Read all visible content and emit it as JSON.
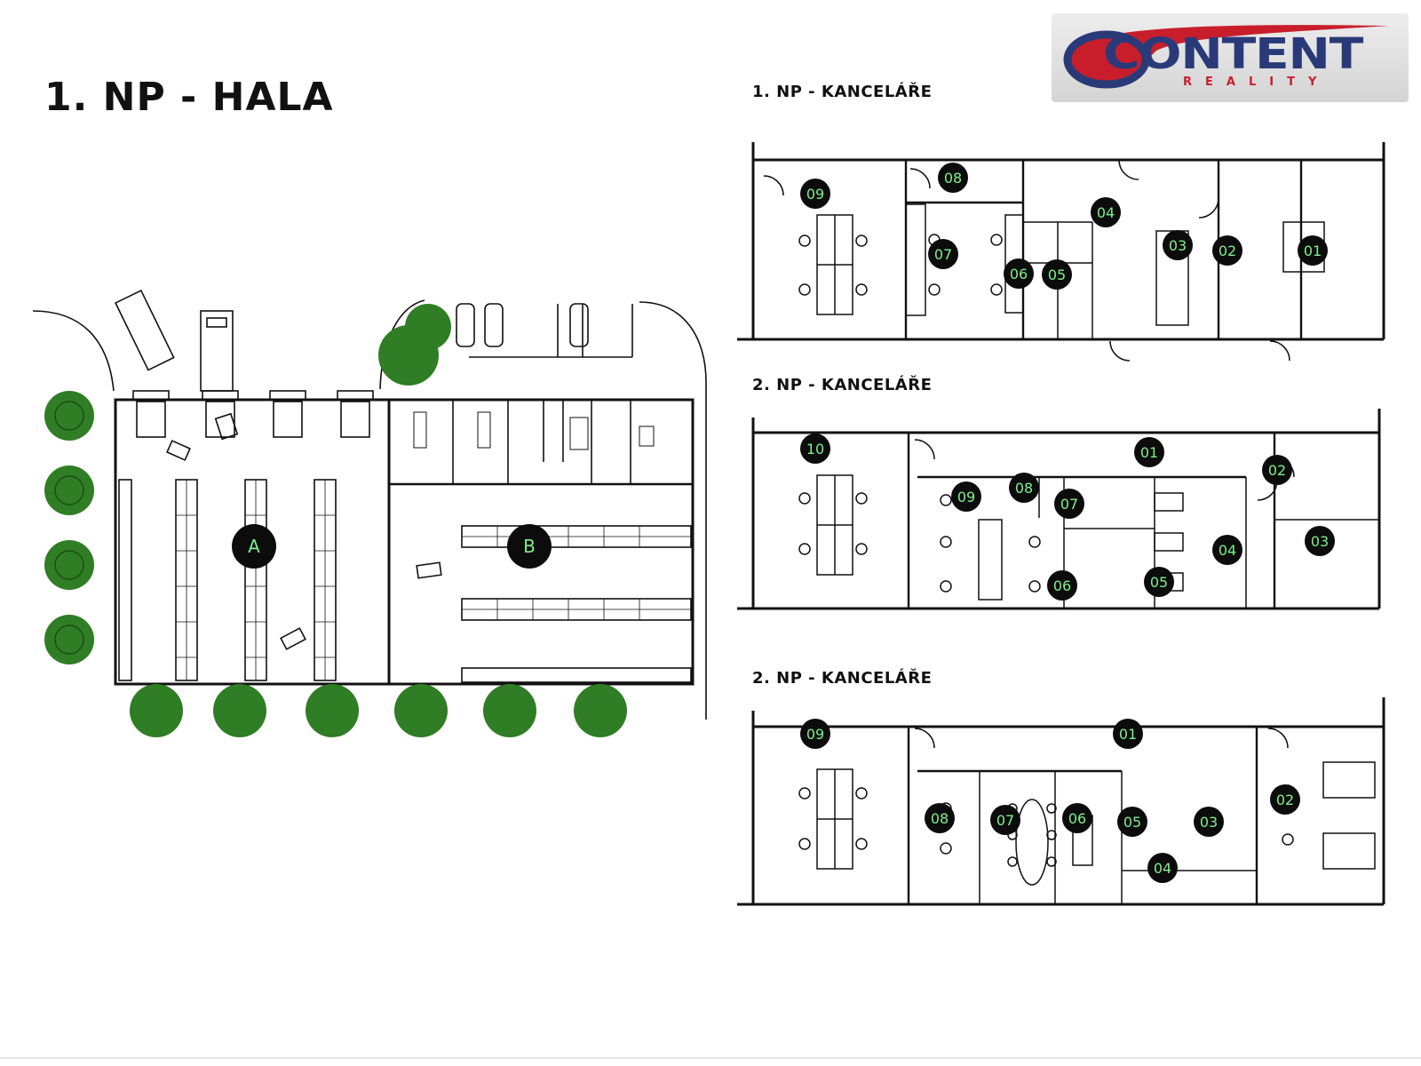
{
  "hall": {
    "title": "1. NP - HALA",
    "sections": [
      "A",
      "B"
    ]
  },
  "logo": {
    "word": "CONTENT",
    "sub": "REALITY"
  },
  "plans": [
    {
      "title": "1. NP - KANCELÁŘE",
      "rooms": [
        "09",
        "08",
        "07",
        "06",
        "05",
        "04",
        "03",
        "02",
        "01"
      ]
    },
    {
      "title": "2. NP - KANCELÁŘE",
      "rooms": [
        "10",
        "09",
        "08",
        "07",
        "06",
        "05",
        "04",
        "03",
        "02",
        "01"
      ]
    },
    {
      "title": "2. NP - KANCELÁŘE",
      "rooms": [
        "09",
        "08",
        "07",
        "06",
        "05",
        "04",
        "03",
        "02",
        "01"
      ]
    }
  ],
  "colors": {
    "ink": "#111111",
    "room_label": "#7df08a",
    "badge": "#0c0c0c",
    "tree": "#2f7d24",
    "logo_blue": "#2a3a78",
    "logo_red": "#c81e2c"
  }
}
